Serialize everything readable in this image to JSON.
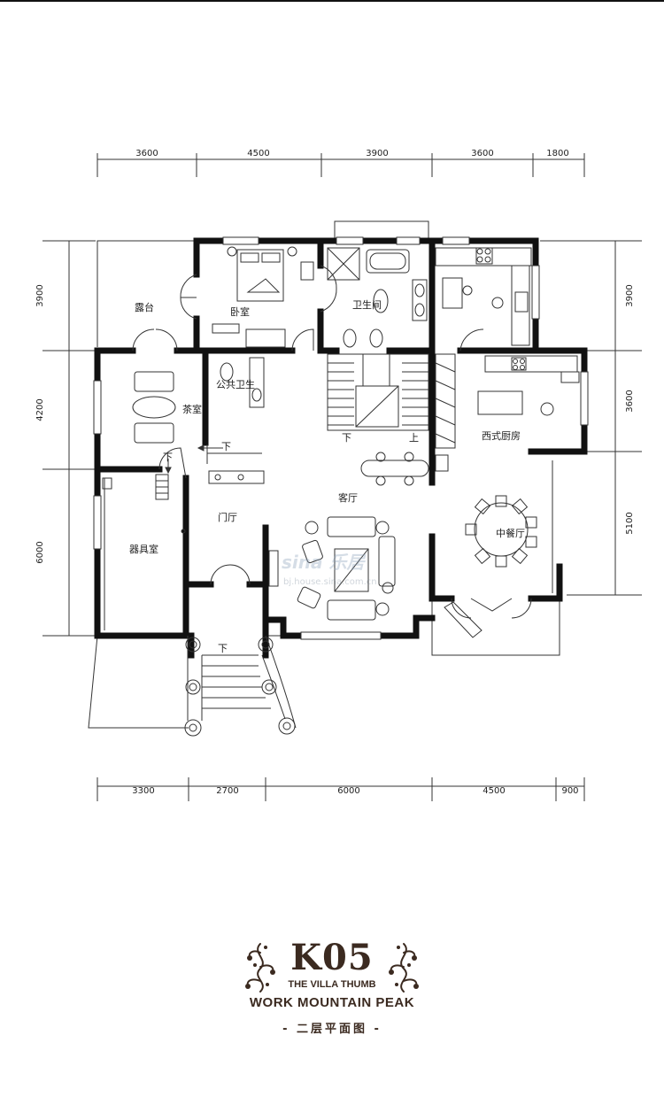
{
  "dimensions": {
    "top": [
      "3600",
      "4500",
      "3900",
      "3600",
      "1800"
    ],
    "bottom": [
      "3300",
      "2700",
      "6000",
      "4500",
      "900"
    ],
    "left": [
      "3900",
      "4200",
      "6000"
    ],
    "right": [
      "3900",
      "3600",
      "5100"
    ]
  },
  "rooms": {
    "terrace": "露台",
    "bedroom": "卧室",
    "bathroom": "卫生间",
    "tea_room": "茶室",
    "public_wc": "公共卫生",
    "western_kitchen": "西式厨房",
    "living_room": "客厅",
    "foyer": "门厅",
    "storage": "器具室",
    "dining": "中餐厅"
  },
  "stairs": {
    "down": "下",
    "up": "上"
  },
  "watermark": {
    "logo": "sina 乐居",
    "url": "bj.house.sina.com.cn"
  },
  "brand": {
    "code": "K05",
    "line1": "THE VILLA THUMB",
    "line2": "WORK MOUNTAIN PEAK",
    "caption": "- 二层平面图 -"
  },
  "colors": {
    "wall": "#111111",
    "line": "#333333",
    "brand": "#3b2a20"
  }
}
